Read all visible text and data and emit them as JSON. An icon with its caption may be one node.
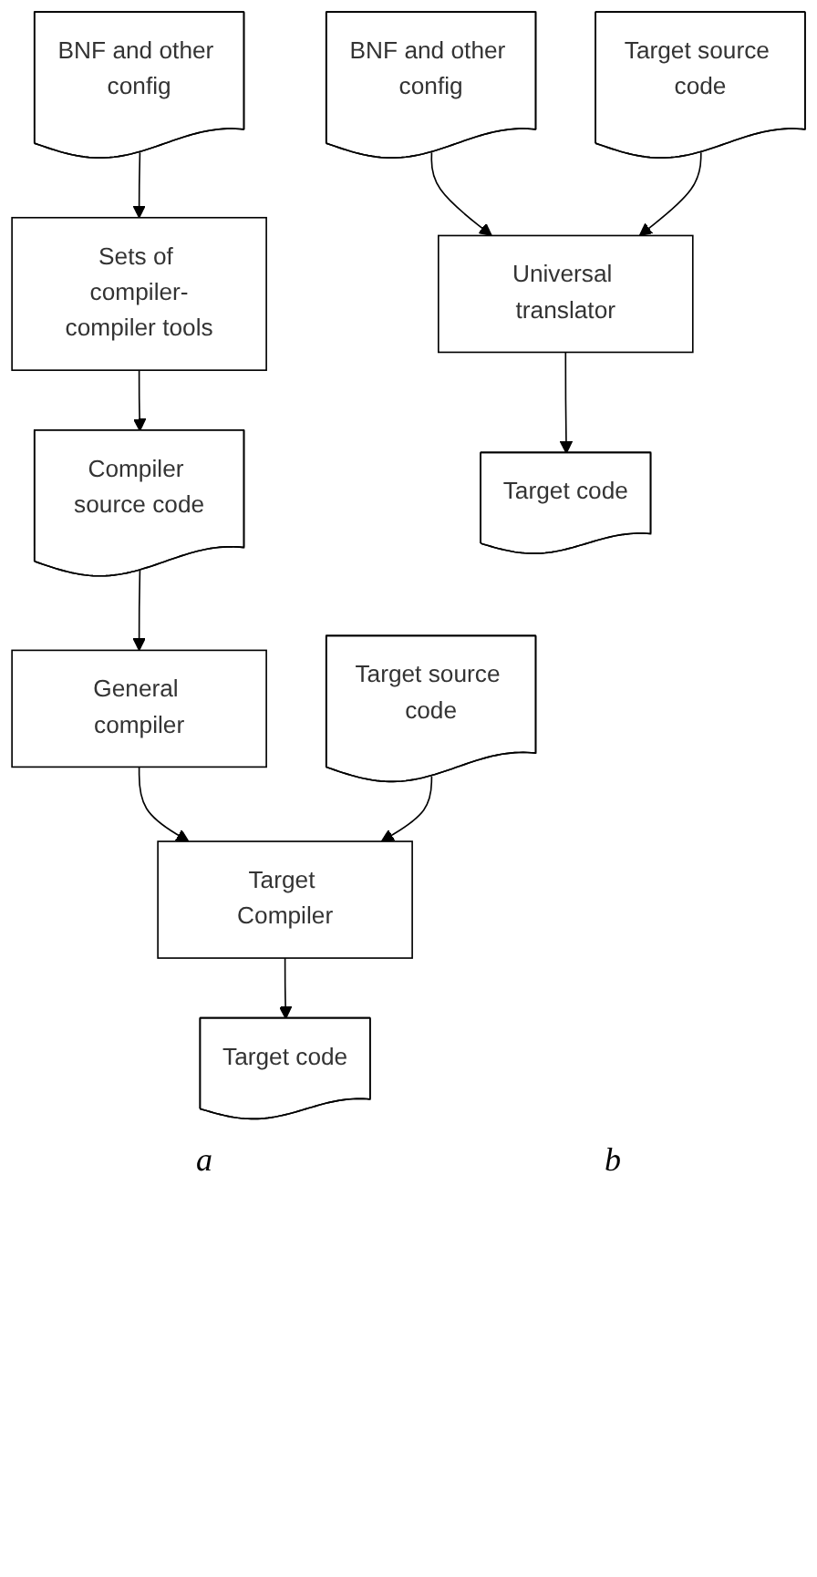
{
  "diagram": {
    "nodes": [
      {
        "text": [
          "BNF and other config"
        ]
      },
      {
        "text": [
          "Target source code"
        ]
      },
      {
        "text": [
          "Sets of compiler-compiler tools"
        ]
      },
      {
        "text": [
          "Compiler source code"
        ]
      },
      {
        "text": [
          "General compiler"
        ]
      },
      {
        "text": [
          "Target Compiler"
        ]
      },
      {
        "text": [
          "Target code"
        ]
      },
      {
        "text": [
          "BNF and other config"
        ]
      },
      {
        "text": [
          "Target source code"
        ]
      },
      {
        "text": [
          "Universal translator"
        ]
      },
      {
        "text": [
          "Target code"
        ]
      }
    ],
    "edges": [
      {
        "from": 0,
        "to": 2,
        "arrow": "to"
      },
      {
        "from": 2,
        "to": 3,
        "arrow": "to"
      },
      {
        "from": 3,
        "to": 4,
        "arrow": "to"
      },
      {
        "from": 4,
        "to": 5,
        "arrow": "to"
      },
      {
        "from": 1,
        "to": 5,
        "arrow": "to"
      },
      {
        "from": 5,
        "to": 6,
        "arrow": "to"
      },
      {
        "from": 7,
        "to": 9,
        "arrow": "to"
      },
      {
        "from": 8,
        "to": 9,
        "arrow": "to"
      },
      {
        "from": 9,
        "to": 10,
        "arrow": "to"
      }
    ],
    "labels": [
      "a",
      "b"
    ]
  }
}
